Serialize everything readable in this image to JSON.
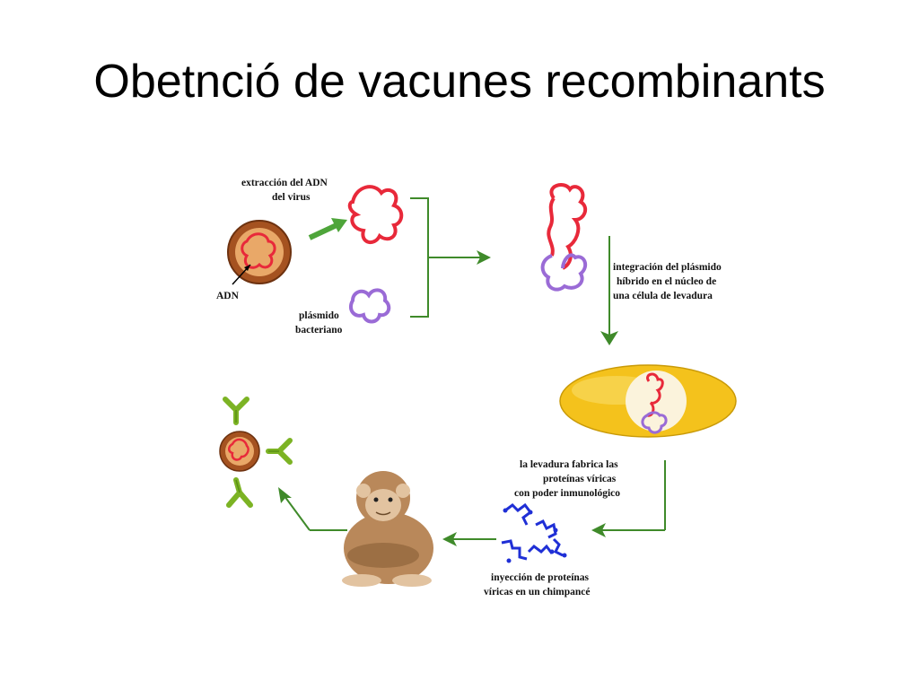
{
  "slide": {
    "title": "Obetnció de vacunes recombinants"
  },
  "diagram": {
    "labels": {
      "extraction_line1": "extracción del ADN",
      "extraction_line2": "del virus",
      "adn": "ADN",
      "plasmid_line1": "plásmido",
      "plasmid_line2": "bacteriano",
      "integration_line1": "integración del plásmido",
      "integration_line2": "híbrido en el núcleo de",
      "integration_line3": "una célula de levadura",
      "yeast_line1": "la levadura fabrica las",
      "yeast_line2": "proteínas víricas",
      "yeast_line3": "con poder inmunológico",
      "injection_line1": "inyección de proteínas",
      "injection_line2": "víricas en un chimpancé"
    },
    "colors": {
      "virus_dna": "#e8293a",
      "plasmid": "#9a6bd6",
      "arrow": "#4a8a2a",
      "virus_body": "#a55220",
      "yeast": "#f4c21c",
      "proteins": "#1f2fd6",
      "antibody": "#7cb324",
      "chimp": "#b9885a"
    },
    "icons": [
      "virus-icon",
      "chimpanzee-icon",
      "yeast-cell-icon",
      "antibody-icon",
      "protein-icon"
    ]
  }
}
